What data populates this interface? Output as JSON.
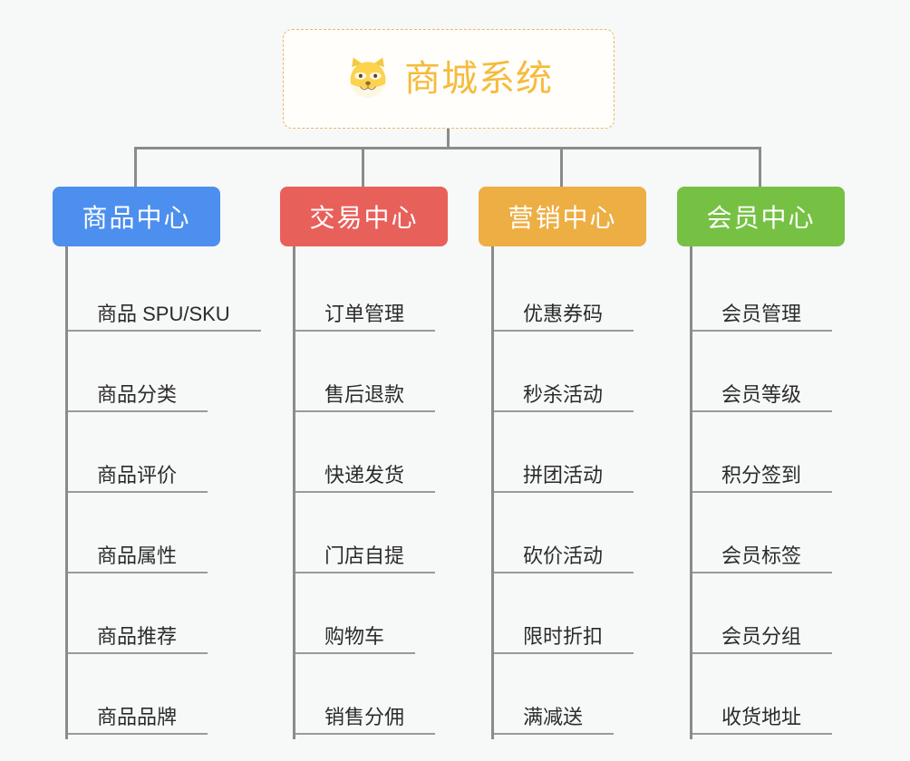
{
  "root": {
    "title": "商城系统",
    "icon": "shiba-dog-icon",
    "color": "#f5bb3c",
    "border_color": "#eab766"
  },
  "connector_color": "#8b8b8b",
  "categories": [
    {
      "label": "商品中心",
      "color": "#4c8fee",
      "items": [
        "商品 SPU/SKU",
        "商品分类",
        "商品评价",
        "商品属性",
        "商品推荐",
        "商品品牌"
      ]
    },
    {
      "label": "交易中心",
      "color": "#e8605a",
      "items": [
        "订单管理",
        "售后退款",
        "快递发货",
        "门店自提",
        "购物车",
        "销售分佣"
      ]
    },
    {
      "label": "营销中心",
      "color": "#edae44",
      "items": [
        "优惠券码",
        "秒杀活动",
        "拼团活动",
        "砍价活动",
        "限时折扣",
        "满减送"
      ]
    },
    {
      "label": "会员中心",
      "color": "#76c143",
      "items": [
        "会员管理",
        "会员等级",
        "积分签到",
        "会员标签",
        "会员分组",
        "收货地址"
      ]
    }
  ]
}
